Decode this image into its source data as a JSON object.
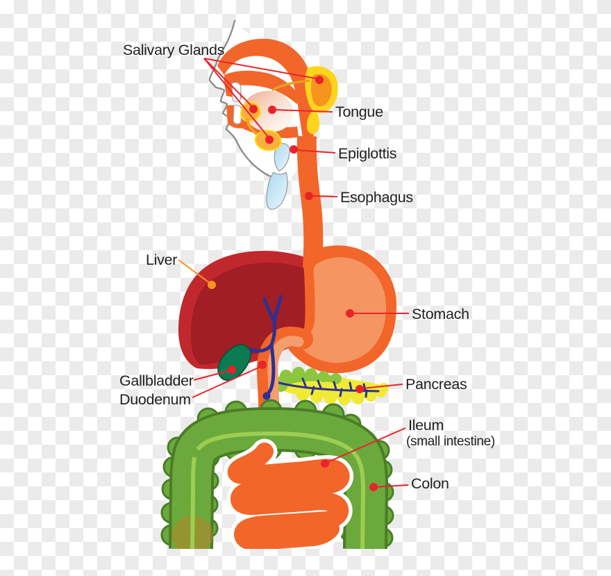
{
  "labels": {
    "salivary_glands": "Salivary Glands",
    "tongue": "Tongue",
    "epiglottis": "Epiglottis",
    "esophagus": "Esophagus",
    "liver": "Liver",
    "stomach": "Stomach",
    "gallbladder": "Gallbladder",
    "duodenum": "Duodenum",
    "pancreas": "Pancreas",
    "ileum": "Ileum",
    "ileum_note": "(small intestine)",
    "colon": "Colon"
  },
  "colors": {
    "label_text": "#231F20",
    "leader_line_red": "#E8242B",
    "liver_leader_orange": "#F7941D",
    "tract_orange": "#F2662A",
    "tract_inner_light": "rgba(245,160,110,0.82)",
    "duodenum_inner_light": "rgba(245,164,116,0.9)",
    "liver_red": "#C1282E",
    "liver_dark_red": "#A01E24",
    "gallbladder_green": "#0C7A52",
    "bile_duct_blue": "#2D3192",
    "pancreas_yellow": "#F0EA35",
    "pancreas_green": "#8CC63F",
    "colon_green": "#6BA93C",
    "colon_outline_green": "#4A7D26",
    "colon_stripe_green": "#9CCE52",
    "salivary_yellow": "#FFD41E",
    "salivary_orange": "#F7941D",
    "face_outline_gray": "#8A8C8E",
    "checker_gray": "#EBEBEB",
    "head_fill": "#FFFFFF"
  }
}
